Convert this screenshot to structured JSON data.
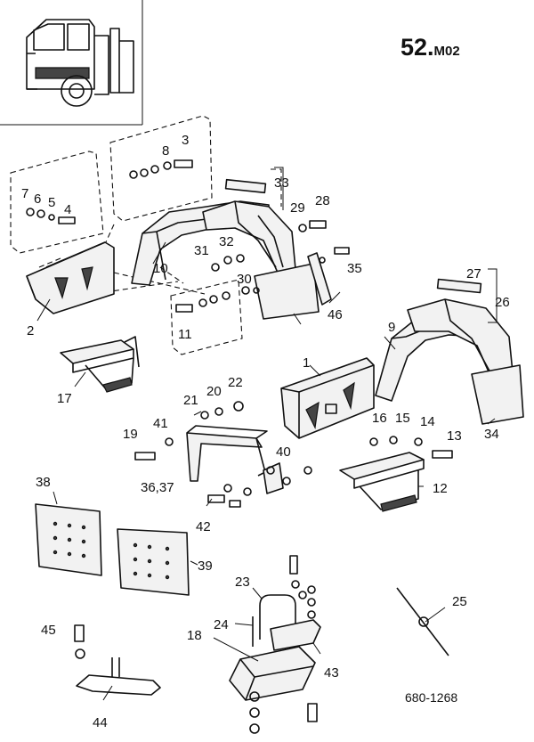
{
  "header": {
    "page_number": "52.",
    "page_suffix": "M02"
  },
  "footer": {
    "drawing_number": "680-1268"
  },
  "callouts": [
    "1",
    "2",
    "3",
    "4",
    "5",
    "6",
    "7",
    "8",
    "9",
    "10",
    "11",
    "12",
    "13",
    "14",
    "15",
    "16",
    "17",
    "18",
    "19",
    "20",
    "21",
    "22",
    "23",
    "24",
    "25",
    "26",
    "27",
    "28",
    "29",
    "30",
    "31",
    "32",
    "33",
    "34",
    "35",
    "36,37",
    "38",
    "39",
    "40",
    "41",
    "42",
    "43",
    "44",
    "45",
    "46"
  ]
}
